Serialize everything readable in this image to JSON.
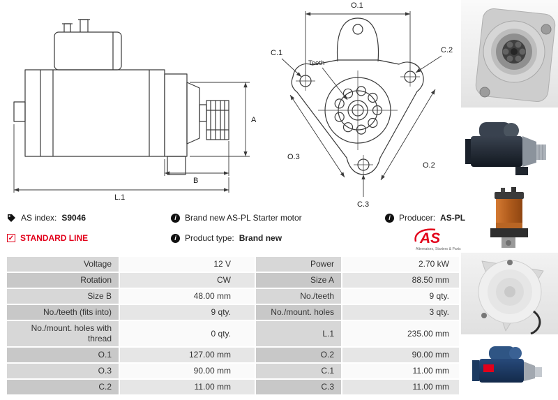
{
  "colors": {
    "accent_red": "#e2001a"
  },
  "info": {
    "as_index_label": "AS index:",
    "as_index_value": "S9046",
    "standard_line_label": "STANDARD LINE",
    "brand_new_text": "Brand new AS-PL Starter motor",
    "product_type_label": "Product type:",
    "product_type_value": "Brand new",
    "producer_label": "Producer:",
    "producer_value": "AS-PL",
    "logo_text": "AS",
    "logo_subtext": "Alternators, Starters & Parts"
  },
  "diagram": {
    "side_view": {
      "dim_a": "A",
      "dim_b": "B",
      "dim_l1": "L.1"
    },
    "front_view": {
      "dim_o1": "O.1",
      "dim_o2": "O.2",
      "dim_o3": "O.3",
      "dim_c1": "C.1",
      "dim_c2": "C.2",
      "dim_c3": "C.3",
      "teeth_label": "Teeth"
    }
  },
  "photos": [
    "mounting-flange-photo",
    "starter-side-photo",
    "solenoid-photo",
    "rear-housing-photo",
    "starter-blue-photo"
  ],
  "table": {
    "rows": [
      {
        "l1": "Voltage",
        "v1": "12 V",
        "l2": "Power",
        "v2": "2.70 kW"
      },
      {
        "l1": "Rotation",
        "v1": "CW",
        "l2": "Size A",
        "v2": "88.50 mm"
      },
      {
        "l1": "Size B",
        "v1": "48.00 mm",
        "l2": "No./teeth",
        "v2": "9 qty."
      },
      {
        "l1": "No./teeth (fits into)",
        "v1": "9 qty.",
        "l2": "No./mount. holes",
        "v2": "3 qty."
      },
      {
        "l1": "No./mount. holes with thread",
        "v1": "0 qty.",
        "l2": "L.1",
        "v2": "235.00 mm"
      },
      {
        "l1": "O.1",
        "v1": "127.00 mm",
        "l2": "O.2",
        "v2": "90.00 mm"
      },
      {
        "l1": "O.3",
        "v1": "90.00 mm",
        "l2": "C.1",
        "v2": "11.00 mm"
      },
      {
        "l1": "C.2",
        "v1": "11.00 mm",
        "l2": "C.3",
        "v2": "11.00 mm"
      }
    ]
  }
}
